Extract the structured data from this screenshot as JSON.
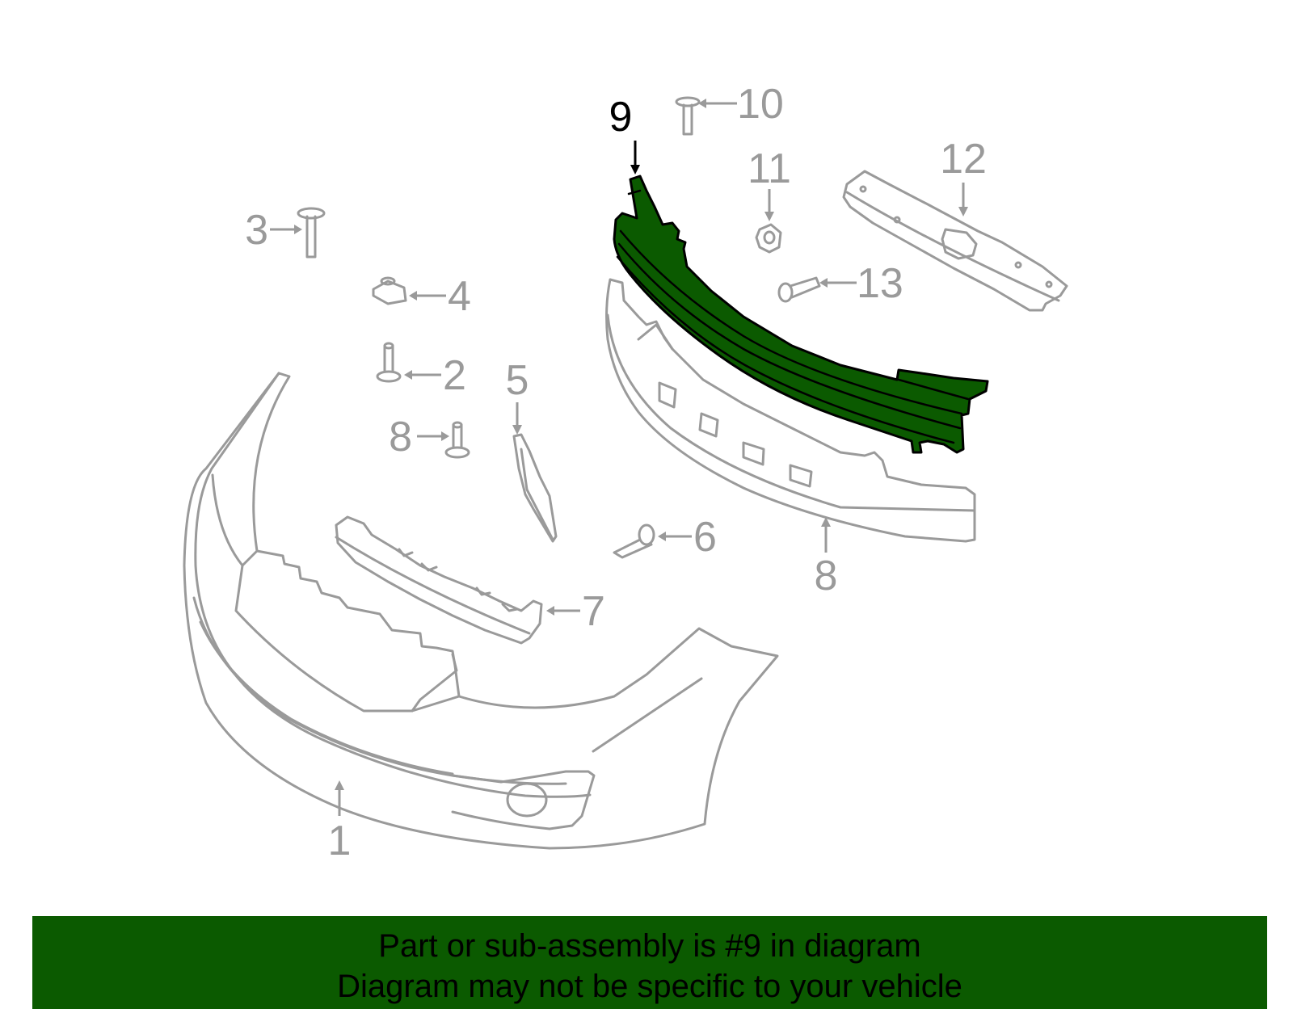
{
  "colors": {
    "part_gray": "#9a9a9a",
    "highlight_green": "#0b5a00",
    "highlight_outline": "#000000",
    "banner_green": "#0b5a00",
    "banner_text": "#000000",
    "background": "#ffffff"
  },
  "highlighted_part": "9",
  "callouts": [
    {
      "label": "1",
      "part": "bumper-cover"
    },
    {
      "label": "2",
      "part": "bolt"
    },
    {
      "label": "3",
      "part": "bolt"
    },
    {
      "label": "4",
      "part": "clip"
    },
    {
      "label": "5",
      "part": "side-bracket"
    },
    {
      "label": "6",
      "part": "screw"
    },
    {
      "label": "7",
      "part": "lower-support"
    },
    {
      "label": "8",
      "part": "bolt"
    },
    {
      "label": "8",
      "part": "energy-absorber"
    },
    {
      "label": "9",
      "part": "reinforcement-bar"
    },
    {
      "label": "10",
      "part": "bolt"
    },
    {
      "label": "11",
      "part": "nut"
    },
    {
      "label": "12",
      "part": "upper-support"
    },
    {
      "label": "13",
      "part": "bolt"
    }
  ],
  "banner": {
    "line1": "Part or sub-assembly is #9 in diagram",
    "line2": "Diagram may not be specific to your vehicle"
  }
}
